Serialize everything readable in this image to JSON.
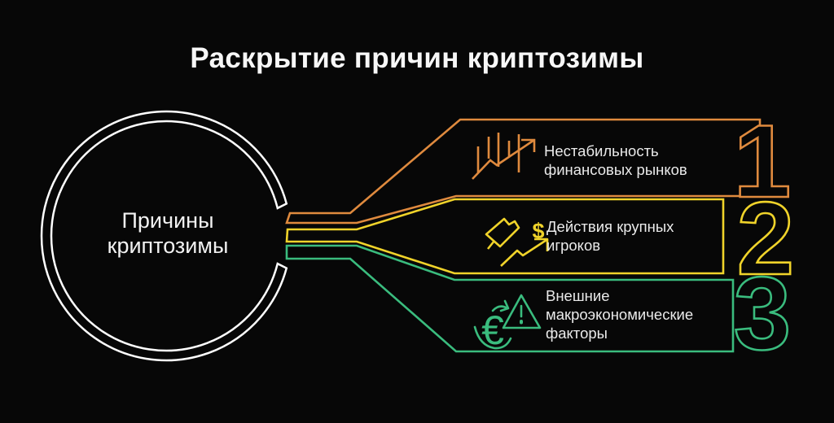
{
  "title": "Раскрытие причин криптозимы",
  "hub": {
    "line1": "Причины",
    "line2": "криптозимы",
    "ring_color": "#ffffff"
  },
  "banners": [
    {
      "number": "1",
      "color": "#df8a3e",
      "icon": "stock-chart-up-icon",
      "lines": [
        "Нестабильность",
        "финансовых рынков"
      ]
    },
    {
      "number": "2",
      "color": "#f0d32a",
      "icon": "megaphone-dollar-icon",
      "dollar_glyph": "$",
      "lines": [
        "Действия крупных",
        "игроков"
      ]
    },
    {
      "number": "3",
      "color": "#3abc7e",
      "icon": "euro-warning-icon",
      "euro_glyph": "€",
      "lines": [
        "Внешние",
        "макроэкономические",
        "факторы"
      ]
    }
  ],
  "colors": {
    "background": "#070707",
    "note_text": "#eaeaea",
    "title_text": "#f7f7f7"
  }
}
